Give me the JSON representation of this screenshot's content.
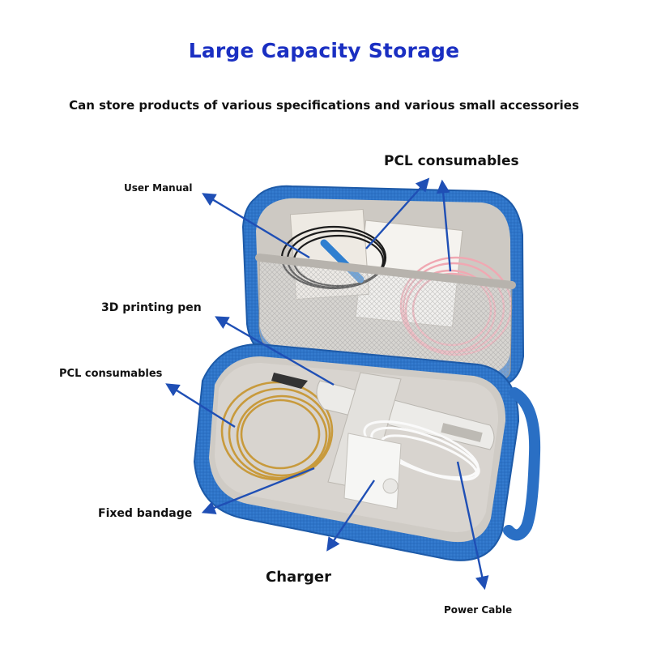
{
  "heading": {
    "title": "Large Capacity Storage",
    "subtitle": "Can store products of various specifications and various small accessories"
  },
  "callouts": {
    "user_manual": "User Manual",
    "pcl_top": "PCL consumables",
    "printing_pen": "3D printing pen",
    "pcl_left": "PCL consumables",
    "fixed_bandage": "Fixed bandage",
    "charger": "Charger",
    "power_cable": "Power Cable"
  },
  "colors": {
    "title": "#1a2fc2",
    "arrow": "#1f4fb5",
    "case_shell": "#2a6fc4",
    "case_lining": "#c9c5bf",
    "filament_pink": "#f0a8b2",
    "filament_gold": "#c89a3c"
  }
}
